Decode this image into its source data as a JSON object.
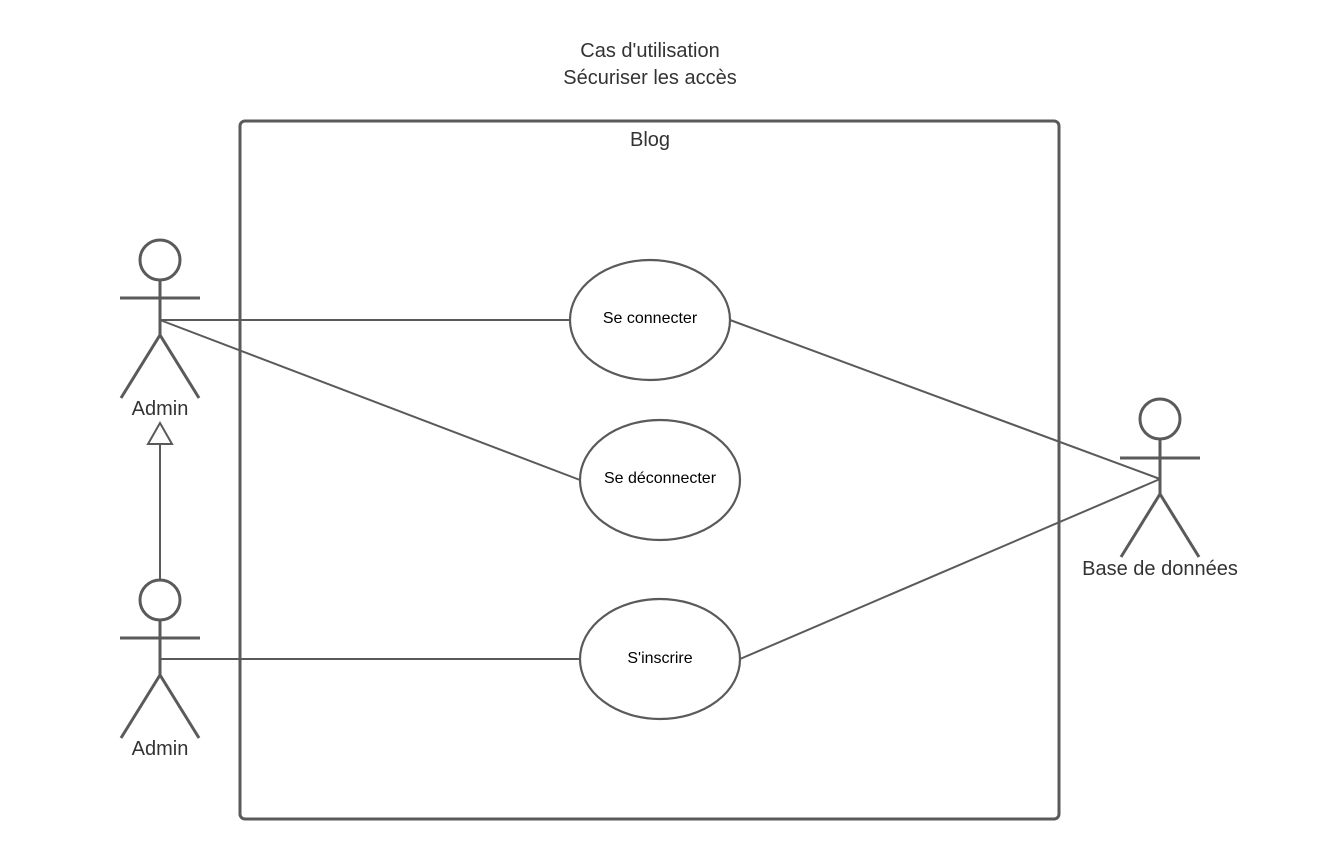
{
  "diagram": {
    "title_line1": "Cas d'utilisation",
    "title_line2": "Sécuriser les accès",
    "system_label": "Blog",
    "actors": {
      "admin_top": "Admin",
      "admin_bottom": "Admin",
      "database": "Base de données"
    },
    "use_cases": {
      "login": "Se connecter",
      "logout": "Se déconnecter",
      "register": "S'inscrire"
    },
    "colors": {
      "stroke": "#5a5a5a",
      "text": "#333333"
    }
  }
}
